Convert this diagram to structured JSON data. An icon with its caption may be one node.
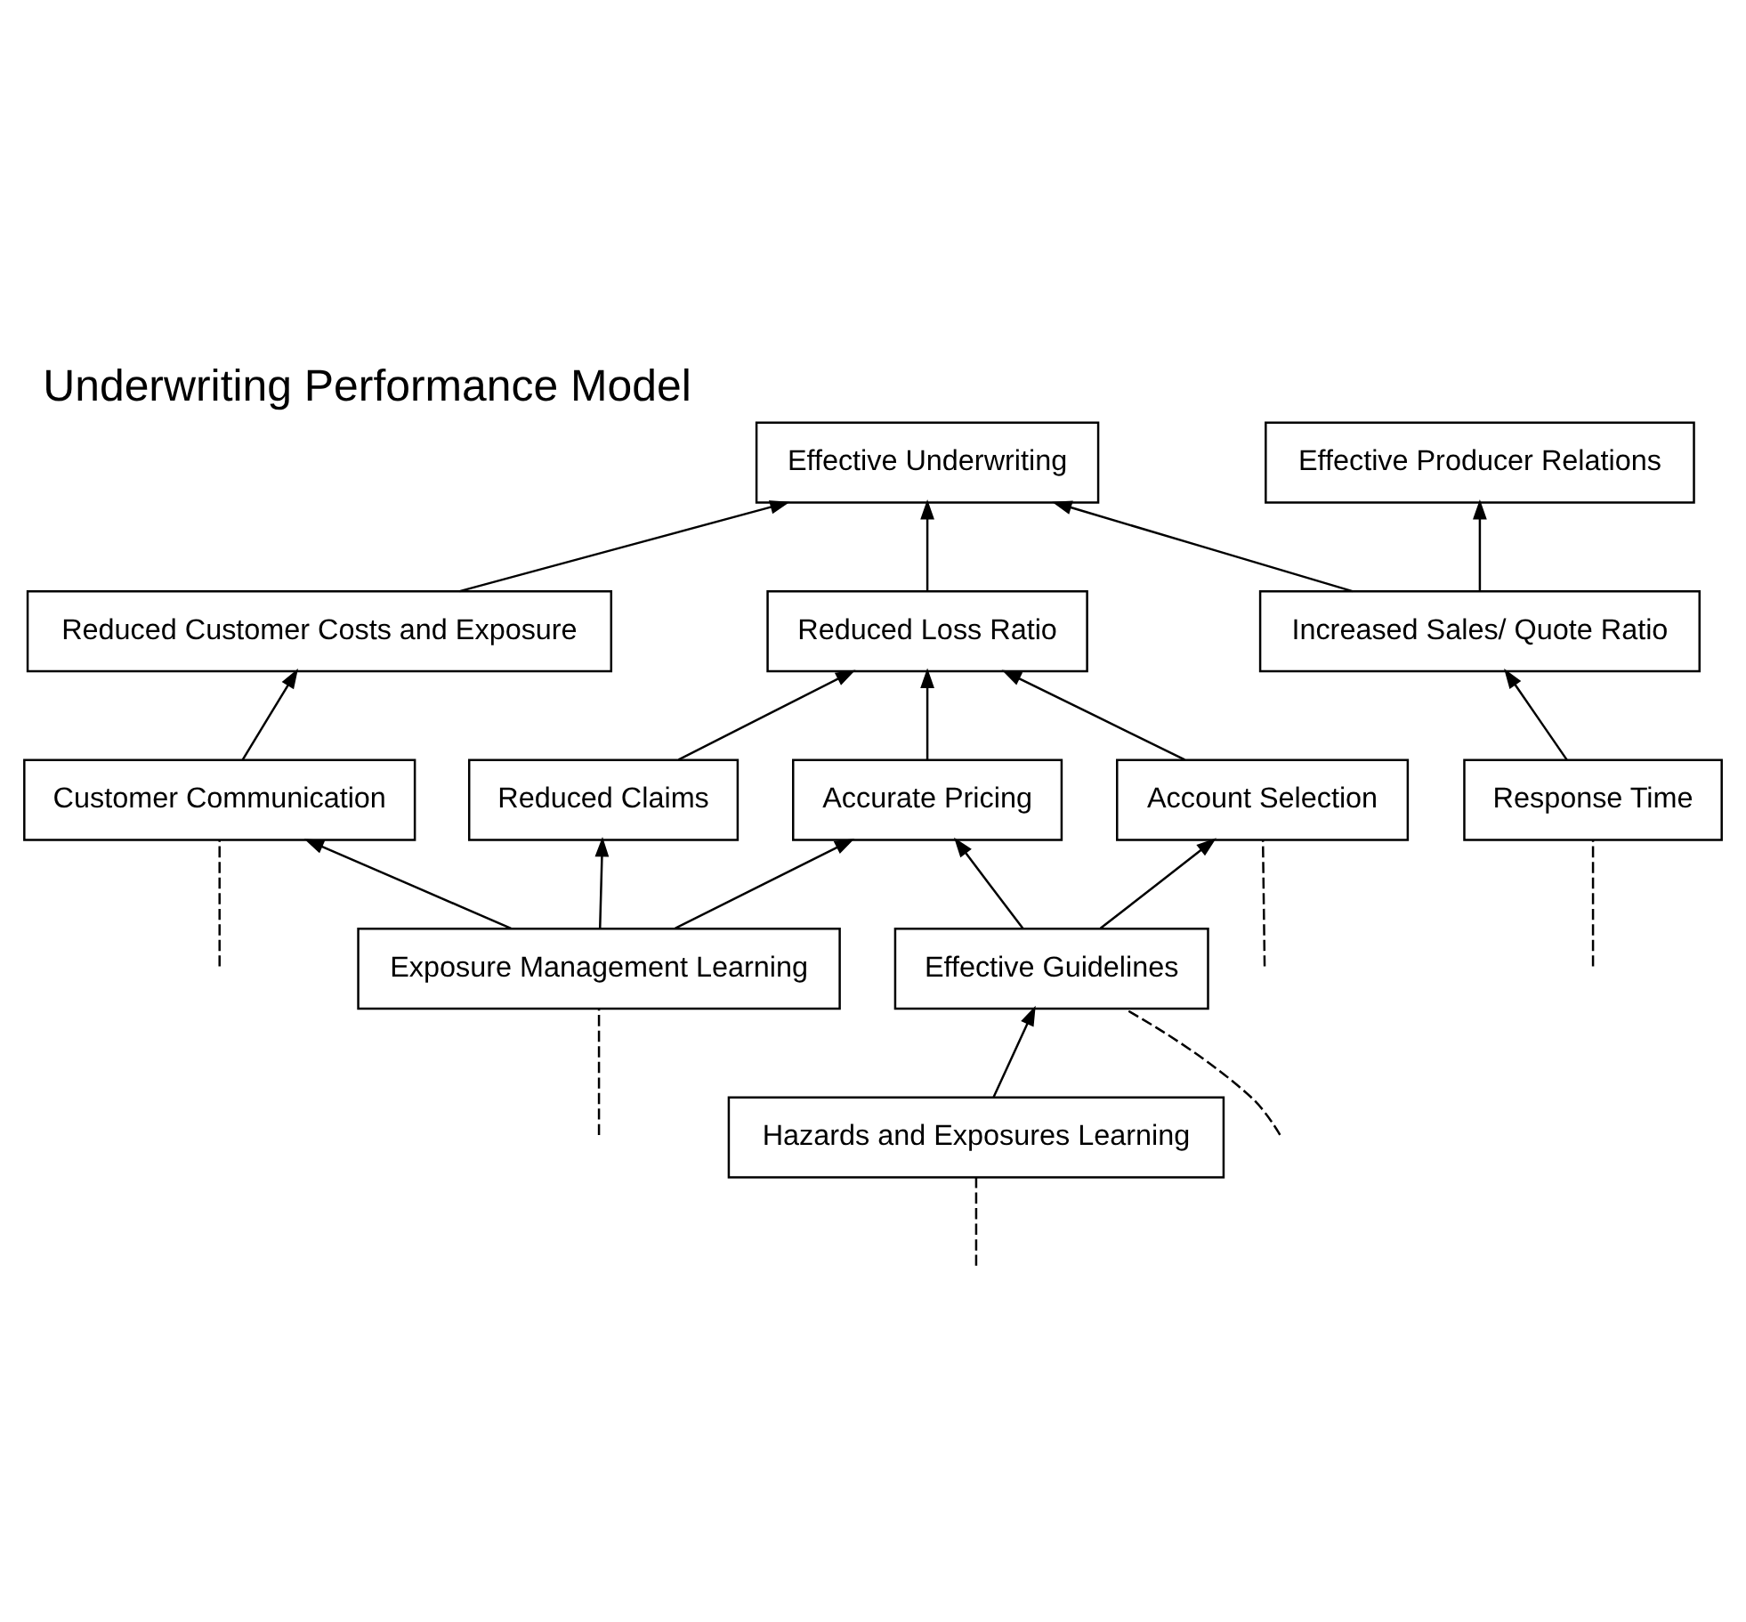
{
  "diagram": {
    "title": "Underwriting Performance Model",
    "nodes": [
      {
        "text": [
          "Effective Producer Relations"
        ]
      },
      {
        "text": [
          "Effective Underwriting"
        ]
      },
      {
        "text": [
          "Increased Sales/ Quote Ratio"
        ]
      },
      {
        "text": [
          "Reduced Loss Ratio"
        ]
      },
      {
        "text": [
          "Reduced Customer Costs and Exposure"
        ]
      },
      {
        "text": [
          "Response Time"
        ]
      },
      {
        "text": [
          "Account Selection"
        ]
      },
      {
        "text": [
          "Accurate Pricing"
        ]
      },
      {
        "text": [
          "Reduced Claims"
        ]
      },
      {
        "text": [
          "Customer Communication"
        ]
      },
      {
        "text": [
          "Effective Guidelines"
        ]
      },
      {
        "text": [
          "Exposure Management Learning"
        ]
      },
      {
        "text": [
          "Hazards and Exposures Learning"
        ]
      }
    ],
    "edges": [
      {
        "from": 2,
        "to": 0,
        "arrow": "to"
      },
      {
        "from": 2,
        "to": 1,
        "arrow": "to"
      },
      {
        "from": 3,
        "to": 1,
        "arrow": "to"
      },
      {
        "from": 4,
        "to": 1,
        "arrow": "to"
      },
      {
        "from": 5,
        "to": 2,
        "arrow": "to"
      },
      {
        "from": 6,
        "to": 3,
        "arrow": "to"
      },
      {
        "from": 7,
        "to": 3,
        "arrow": "to"
      },
      {
        "from": 8,
        "to": 3,
        "arrow": "to"
      },
      {
        "from": 9,
        "to": 4,
        "arrow": "to"
      },
      {
        "from": 10,
        "to": 6,
        "arrow": "to"
      },
      {
        "from": 10,
        "to": 7,
        "arrow": "to"
      },
      {
        "from": 11,
        "to": 7,
        "arrow": "to"
      },
      {
        "from": 11,
        "to": 8,
        "arrow": "to"
      },
      {
        "from": 11,
        "to": 9,
        "arrow": "to"
      },
      {
        "from": 12,
        "to": 10,
        "arrow": "to"
      },
      {
        "from": 5,
        "to": null,
        "arrow": "none",
        "style": "dashed"
      },
      {
        "from": 6,
        "to": null,
        "arrow": "none",
        "style": "dashed"
      },
      {
        "from": 9,
        "to": null,
        "arrow": "none",
        "style": "dashed"
      },
      {
        "from": 10,
        "to": null,
        "arrow": "none",
        "style": "dashed"
      },
      {
        "from": 11,
        "to": null,
        "arrow": "none",
        "style": "dashed"
      },
      {
        "from": 12,
        "to": null,
        "arrow": "none",
        "style": "dashed"
      }
    ]
  }
}
